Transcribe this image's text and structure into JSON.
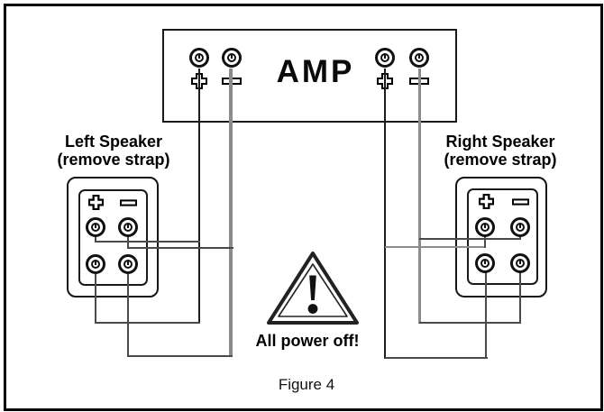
{
  "diagram": {
    "amp": {
      "label": "AMP",
      "terminals": [
        {
          "polarity": "+"
        },
        {
          "polarity": "−"
        },
        {
          "polarity": "+"
        },
        {
          "polarity": "−"
        }
      ]
    },
    "left_speaker": {
      "title": "Left Speaker",
      "subtitle": "(remove strap)",
      "polarity_marks": [
        "+",
        "−"
      ],
      "terminal_count": 4
    },
    "right_speaker": {
      "title": "Right Speaker",
      "subtitle": "(remove strap)",
      "polarity_marks": [
        "+",
        "−"
      ],
      "terminal_count": 4
    },
    "warning": {
      "text": "All power off!",
      "icon": "warning-triangle-icon"
    },
    "caption": "Figure 4",
    "colors": {
      "positive_wire": "#1d1d1d",
      "negative_wire": "#8c8c8c",
      "ink": "#000000",
      "background": "#ffffff"
    }
  }
}
